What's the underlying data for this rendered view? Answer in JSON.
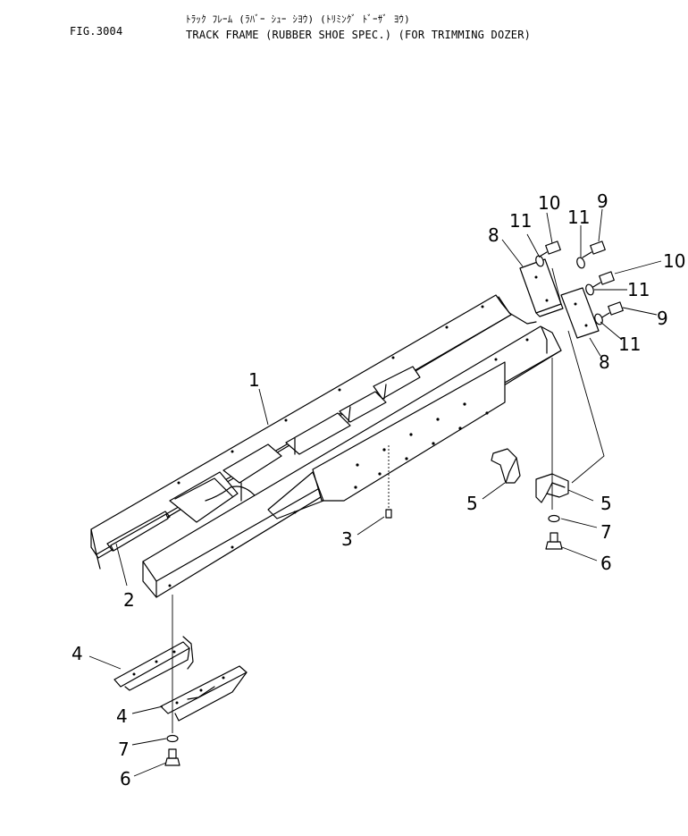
{
  "header": {
    "figure_number": "FIG.3004",
    "title_japanese": "ﾄﾗｯｸ ﾌﾚｰﾑ (ﾗﾊﾞｰ ｼｭｰ ｼﾖｳ) (ﾄﾘﾐﾝｸﾞ ﾄﾞｰｻﾞ ﾖｳ)",
    "title_english": "TRACK FRAME (RUBBER SHOE SPEC.) (FOR TRIMMING DOZER)"
  },
  "callouts": {
    "c1": "1",
    "c2": "2",
    "c3": "3",
    "c4a": "4",
    "c4b": "4",
    "c5a": "5",
    "c5b": "5",
    "c6a": "6",
    "c6b": "6",
    "c7a": "7",
    "c7b": "7",
    "c8a": "8",
    "c8b": "8",
    "c9a": "9",
    "c9b": "9",
    "c10a": "10",
    "c10b": "10",
    "c11a": "11",
    "c11b": "11",
    "c11c": "11",
    "c11d": "11"
  }
}
